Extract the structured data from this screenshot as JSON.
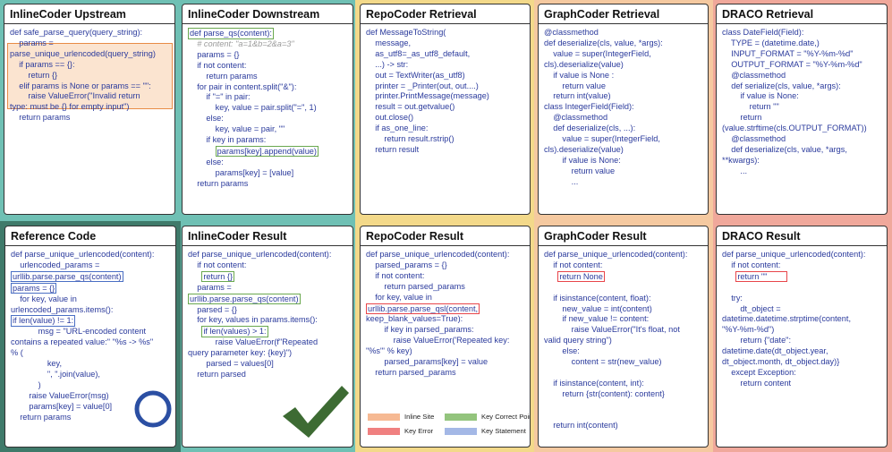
{
  "colors": {
    "band_inline": "#6fc0b4",
    "band_repo": "#f3d98a",
    "band_graph": "#f5c9a0",
    "band_draco": "#f0a89b",
    "ref_frame": "#3f7a6a",
    "key_error": "#e8454a",
    "key_correct": "#6aa84f",
    "key_statement": "#4a6fc4",
    "inline_site": "#e88b45"
  },
  "panels": {
    "inline_upstream": {
      "title": "InlineCoder Upstream"
    },
    "inline_downstream": {
      "title": "InlineCoder Downstream"
    },
    "repo_retrieval": {
      "title": "RepoCoder Retrieval"
    },
    "graph_retrieval": {
      "title": "GraphCoder Retrieval"
    },
    "draco_retrieval": {
      "title": "DRACO Retrieval"
    },
    "reference": {
      "title": "Reference Code"
    },
    "inline_result": {
      "title": "InlineCoder Result"
    },
    "repo_result": {
      "title": "RepoCoder Result"
    },
    "graph_result": {
      "title": "GraphCoder Result"
    },
    "draco_result": {
      "title": "DRACO Result"
    }
  },
  "legend": {
    "inline_site": "Inline Site",
    "key_correct": "Key Correct Point",
    "key_error": "Key Error",
    "key_statement": "Key Statement"
  },
  "icons": {
    "check": "check-mark-icon",
    "circle": "circle-mark-icon"
  },
  "code": {
    "inline_upstream": [
      "def safe_parse_query(query_string):",
      "    params =",
      "parse_unique_urlencoded(query_string)",
      "    if params == {}:",
      "        return {}",
      "    elif params is None or params == \"\":",
      "        raise ValueError(\"Invalid return",
      "type: must be {} for empty input\")",
      "    return params"
    ],
    "inline_downstream": [
      "def parse_qs(content):",
      "    # content: \"a=1&b=2&a=3\"",
      "    params = {}",
      "    if not content:",
      "        return params",
      "    for pair in content.split(\"&\"):",
      "        if \"=\" in pair:",
      "            key, value = pair.split(\"=\", 1)",
      "        else:",
      "            key, value = pair, \"\"",
      "        if key in params:",
      "            params[key].append(value)",
      "        else:",
      "            params[key] = [value]",
      "    return params"
    ],
    "repo_retrieval": [
      "def MessageToString(",
      "    message,",
      "    as_utf8=_as_utf8_default,",
      "    ...) -> str:",
      "    out = TextWriter(as_utf8)",
      "    printer = _Printer(out, out....)",
      "    printer.PrintMessage(message)",
      "    result = out.getvalue()",
      "    out.close()",
      "    if as_one_line:",
      "        return result.rstrip()",
      "    return result"
    ],
    "graph_retrieval": [
      "@classmethod",
      "def deserialize(cls, value, *args):",
      "    value = super(IntegerField,",
      "cls).deserialize(value)",
      "    if value is None :",
      "        return value",
      "    return int(value)",
      "class IntegerField(Field):",
      "    @classmethod",
      "    def deserialize(cls, ...):",
      "        value = super(IntegerField,",
      "cls).deserialize(value)",
      "        if value is None:",
      "            return value",
      "            ..."
    ],
    "draco_retrieval": [
      "class DateField(Field):",
      "    TYPE = (datetime.date,)",
      "    INPUT_FORMAT = \"%Y-%m-%d\"",
      "    OUTPUT_FORMAT = \"%Y-%m-%d\"",
      "    @classmethod",
      "    def serialize(cls, value, *args):",
      "        if value is None:",
      "            return \"\"",
      "        return",
      "(value.strftime(cls.OUTPUT_FORMAT))",
      "    @classmethod",
      "    def deserialize(cls, value, *args,",
      "**kwargs):",
      "        ..."
    ],
    "reference": [
      "def parse_unique_urlencoded(content):",
      "    urlencoded_params =",
      "urllib.parse.parse_qs(content)",
      "    params = {}",
      "    for key, value in",
      "urlencoded_params.items():",
      "        if len(value) != 1:",
      "            msg = \"URL-encoded content",
      "contains a repeated value:\" \"%s -> %s\"",
      "% (",
      "                key,",
      "                \", \".join(value),",
      "            )",
      "        raise ValueError(msg)",
      "        params[key] = value[0]",
      "    return params"
    ],
    "inline_result": [
      "def parse_unique_urlencoded(content):",
      "    if not content:",
      "        return {}",
      "    params =",
      "urllib.parse.parse_qs(content)",
      "    parsed = {}",
      "    for key, values in params.items():",
      "        if len(values) > 1:",
      "            raise ValueError(f\"Repeated",
      "query parameter key: {key}\")",
      "        parsed = values[0]",
      "    return parsed"
    ],
    "repo_result": [
      "def parse_unique_urlencoded(content):",
      "    parsed_params = {}",
      "    if not content:",
      "        return parsed_params",
      "    for key, value in",
      "urllib.parse.parse_qsl(content,",
      "keep_blank_values=True):",
      "        if key in parsed_params:",
      "            raise ValueError('Repeated key:",
      "\"%s\"' % key)",
      "        parsed_params[key] = value",
      "    return parsed_params"
    ],
    "graph_result": [
      "def parse_unique_urlencoded(content):",
      "    if not content:",
      "        return None",
      "",
      "    if isinstance(content, float):",
      "        new_value = int(content)",
      "        if new_value != content:",
      "            raise ValueError(\"It's float, not",
      "valid query string\")",
      "        else:",
      "            content = str(new_value)",
      "",
      "    if isinstance(content, int):",
      "        return {str(content): content}",
      "",
      "",
      "    return int(content)"
    ],
    "draco_result": [
      "def parse_unique_urlencoded(content):",
      "    if not content:",
      "        return \"\"",
      "",
      "    try:",
      "        dt_object =",
      "datetime.datetime.strptime(content,",
      "\"%Y-%m-%d\")",
      "        return {\"date\":",
      "datetime.date(dt_object.year,",
      "dt_object.month, dt_object.day)}",
      "    except Exception:",
      "        return content"
    ]
  }
}
